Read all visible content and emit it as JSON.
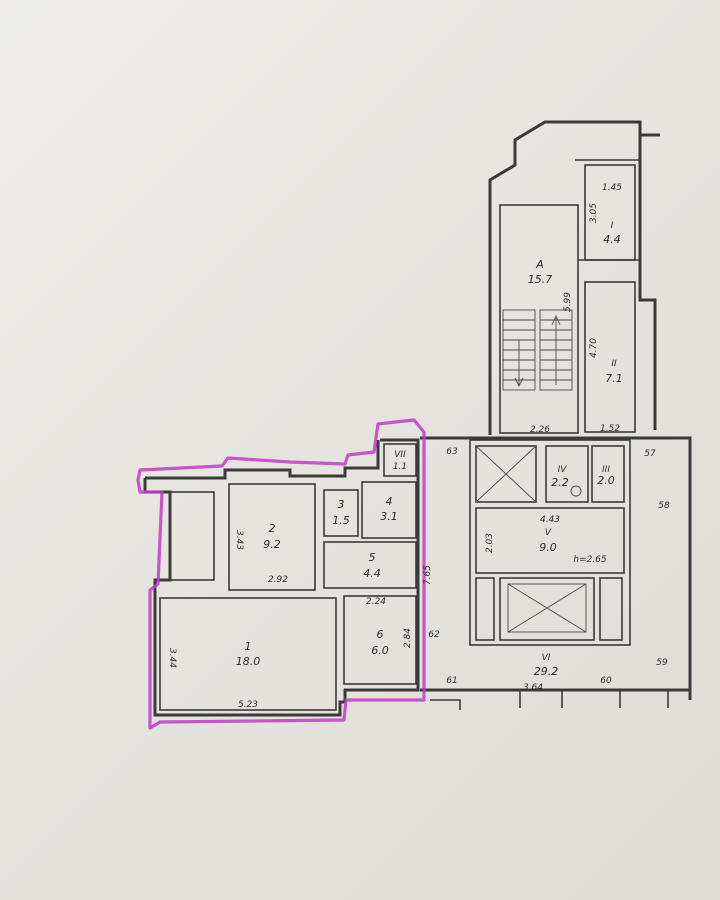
{
  "apartment_rooms": [
    {
      "number": "1",
      "area": "18.0"
    },
    {
      "number": "2",
      "area": "9.2"
    },
    {
      "number": "3",
      "area": "1.5"
    },
    {
      "number": "4",
      "area": "3.1"
    },
    {
      "number": "5",
      "area": "4.4"
    },
    {
      "number": "6",
      "area": "6.0"
    }
  ],
  "common_rooms": [
    {
      "number": "A",
      "area": "15.7"
    },
    {
      "number": "I",
      "area": "4.4"
    },
    {
      "number": "II",
      "area": "7.1"
    },
    {
      "number": "III",
      "area": "2.0"
    },
    {
      "number": "IV",
      "area": "2.2"
    },
    {
      "number": "V",
      "area": "9.0"
    },
    {
      "number": "VI",
      "area": "29.2"
    },
    {
      "number": "VII",
      "area": "1.1"
    }
  ],
  "dimensions": {
    "room1_width": "5.23",
    "room1_depth": "3.44",
    "room2_width": "2.92",
    "room2_depth": "3.43",
    "room6_width": "2.24",
    "room6_depth": "2.84",
    "corridor_length": "7.65",
    "stair_width": "2.26",
    "stair_depth": "5.99",
    "room_i_width": "1.45",
    "room_i_depth": "3.05",
    "room_ii_depth": "4.70",
    "room_ii_width": "1.52",
    "room_v_width": "4.43",
    "room_v_depth": "2.03",
    "room_v_height": "h=2.65",
    "hall_width": "3.64"
  },
  "marks": [
    "63",
    "57",
    "58",
    "62",
    "61",
    "60",
    "59"
  ],
  "colors": {
    "outline": "#c23bc8",
    "walls": "#3a3a3a",
    "paper": "#e9e7e2"
  }
}
